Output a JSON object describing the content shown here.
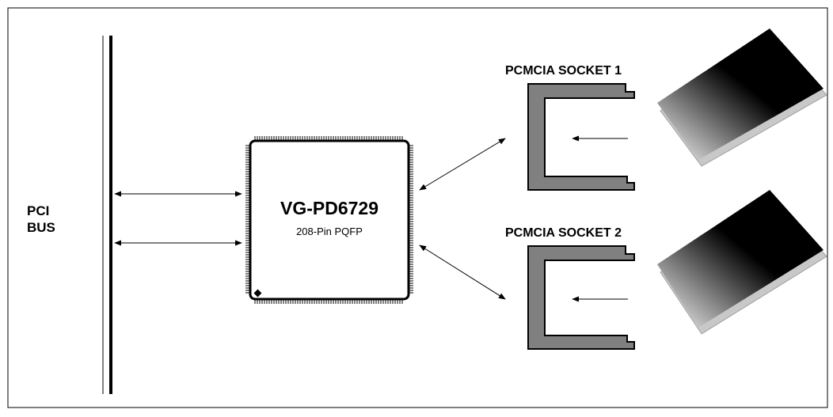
{
  "bus": {
    "line1": "PCI",
    "line2": "BUS"
  },
  "controller": {
    "name": "VG-PD6729",
    "package": "208-Pin PQFP"
  },
  "sockets": [
    {
      "label": "PCMCIA SOCKET 1"
    },
    {
      "label": "PCMCIA SOCKET 2"
    }
  ],
  "colors": {
    "socket_fill": "#808080",
    "line": "#000000",
    "card_edge": "#c8c8c8"
  },
  "icons": {
    "chip_pin1_marker": "diamond-icon",
    "card": "pc-card-icon"
  }
}
